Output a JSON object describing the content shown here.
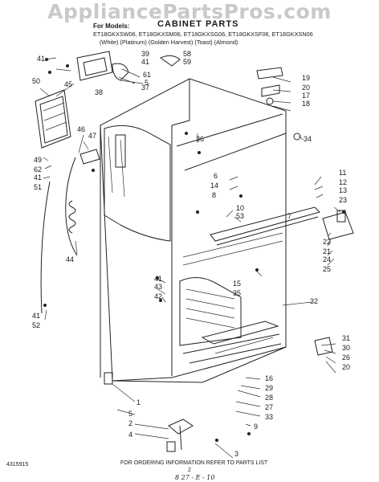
{
  "watermark": "AppliancePartsPros.com",
  "header": {
    "for_models_label": "For Models:",
    "title": "CABINET PARTS",
    "model_line": "ET18GKXSW06, ET18GKXSM06, ET18GKXSG06, ET18GKXSF06, ET18GKXSN06",
    "color_line": "(White)   (Platinum)  (Golden Harvest)   (Toast)    (Almond)"
  },
  "callouts": [
    "41",
    "39",
    "41",
    "58",
    "59",
    "61",
    "5",
    "37",
    "38",
    "45",
    "50",
    "46",
    "47",
    "49",
    "62",
    "41",
    "51",
    "44",
    "36",
    "6",
    "14",
    "8",
    "10",
    "53",
    "19",
    "20",
    "17",
    "18",
    "34",
    "11",
    "12",
    "13",
    "23",
    "7",
    "22",
    "21",
    "24",
    "25",
    "15",
    "35",
    "41",
    "43",
    "42",
    "32",
    "41",
    "52",
    "1",
    "5",
    "2",
    "4",
    "3",
    "31",
    "30",
    "26",
    "20",
    "16",
    "29",
    "28",
    "27",
    "33",
    "9"
  ],
  "footer": {
    "ordering_note": "FOR ORDERING INFORMATION REFER TO PARTS LIST",
    "part_number": "4315915",
    "page_number": "2",
    "handwritten_date": "8 27 - E - 10"
  },
  "colors": {
    "ink": "#1a1a1a",
    "watermark": "#c9c9c9",
    "paper": "#ffffff"
  }
}
